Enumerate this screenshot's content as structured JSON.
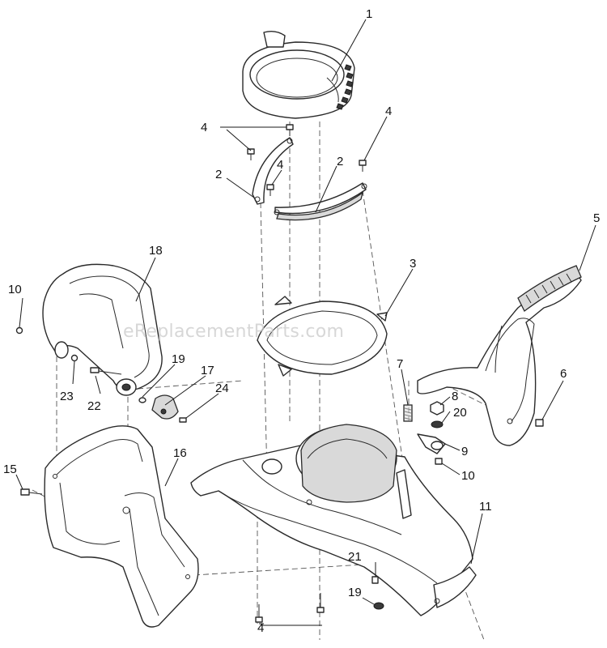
{
  "watermark": "eReplacementParts.com",
  "callouts": {
    "c1": "1",
    "c2a": "2",
    "c2b": "2",
    "c3": "3",
    "c4a": "4",
    "c4b": "4",
    "c4c": "4",
    "c4d": "4",
    "c5": "5",
    "c6": "6",
    "c7": "7",
    "c8": "8",
    "c9": "9",
    "c10a": "10",
    "c10b": "10",
    "c11": "11",
    "c15": "15",
    "c16": "16",
    "c17": "17",
    "c18": "18",
    "c19a": "19",
    "c19b": "19",
    "c20": "20",
    "c21": "21",
    "c22": "22",
    "c23": "23",
    "c24": "24"
  }
}
